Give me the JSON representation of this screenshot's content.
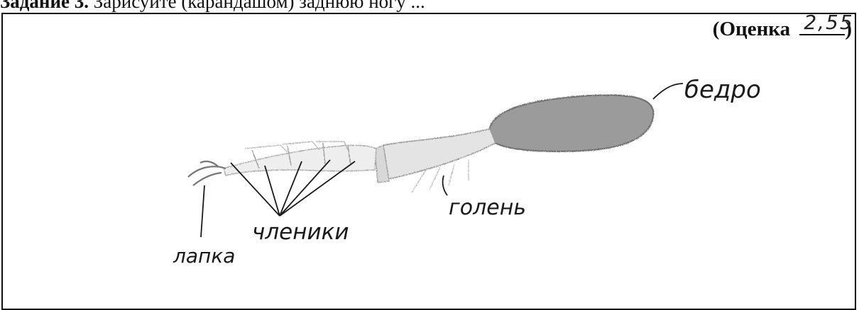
{
  "header": {
    "task_number": "Задание 3.",
    "task_text": "Зарисуйте (карандашом) заднюю ногу ..."
  },
  "grade": {
    "label": "(Оценка",
    "value": "2,55",
    "close_paren": ")"
  },
  "labels": {
    "femur": "бедро",
    "tibia": "голень",
    "segments": "членики",
    "claw": "лапка"
  }
}
